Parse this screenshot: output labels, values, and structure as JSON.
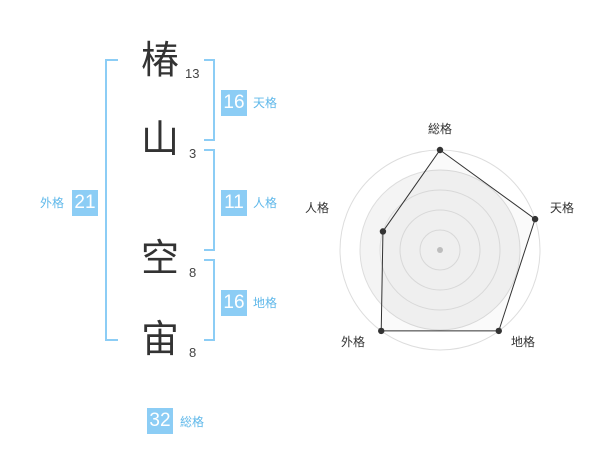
{
  "name": {
    "chars": [
      {
        "char": "椿",
        "strokes": "13"
      },
      {
        "char": "山",
        "strokes": "3"
      },
      {
        "char": "空",
        "strokes": "8"
      },
      {
        "char": "宙",
        "strokes": "8"
      }
    ]
  },
  "scores": {
    "tenkaku": {
      "value": "16",
      "label": "天格"
    },
    "jinkaku": {
      "value": "11",
      "label": "人格"
    },
    "chikaku": {
      "value": "16",
      "label": "地格"
    },
    "gaikaku": {
      "value": "21",
      "label": "外格"
    },
    "soukaku": {
      "value": "32",
      "label": "総格"
    }
  },
  "accent_color": "#8ccdf5",
  "chart_data": {
    "type": "radar",
    "axes": [
      "総格",
      "天格",
      "地格",
      "外格",
      "人格"
    ],
    "values": [
      5,
      5,
      5,
      5,
      3
    ],
    "range": [
      0,
      5
    ],
    "rings": 5
  }
}
